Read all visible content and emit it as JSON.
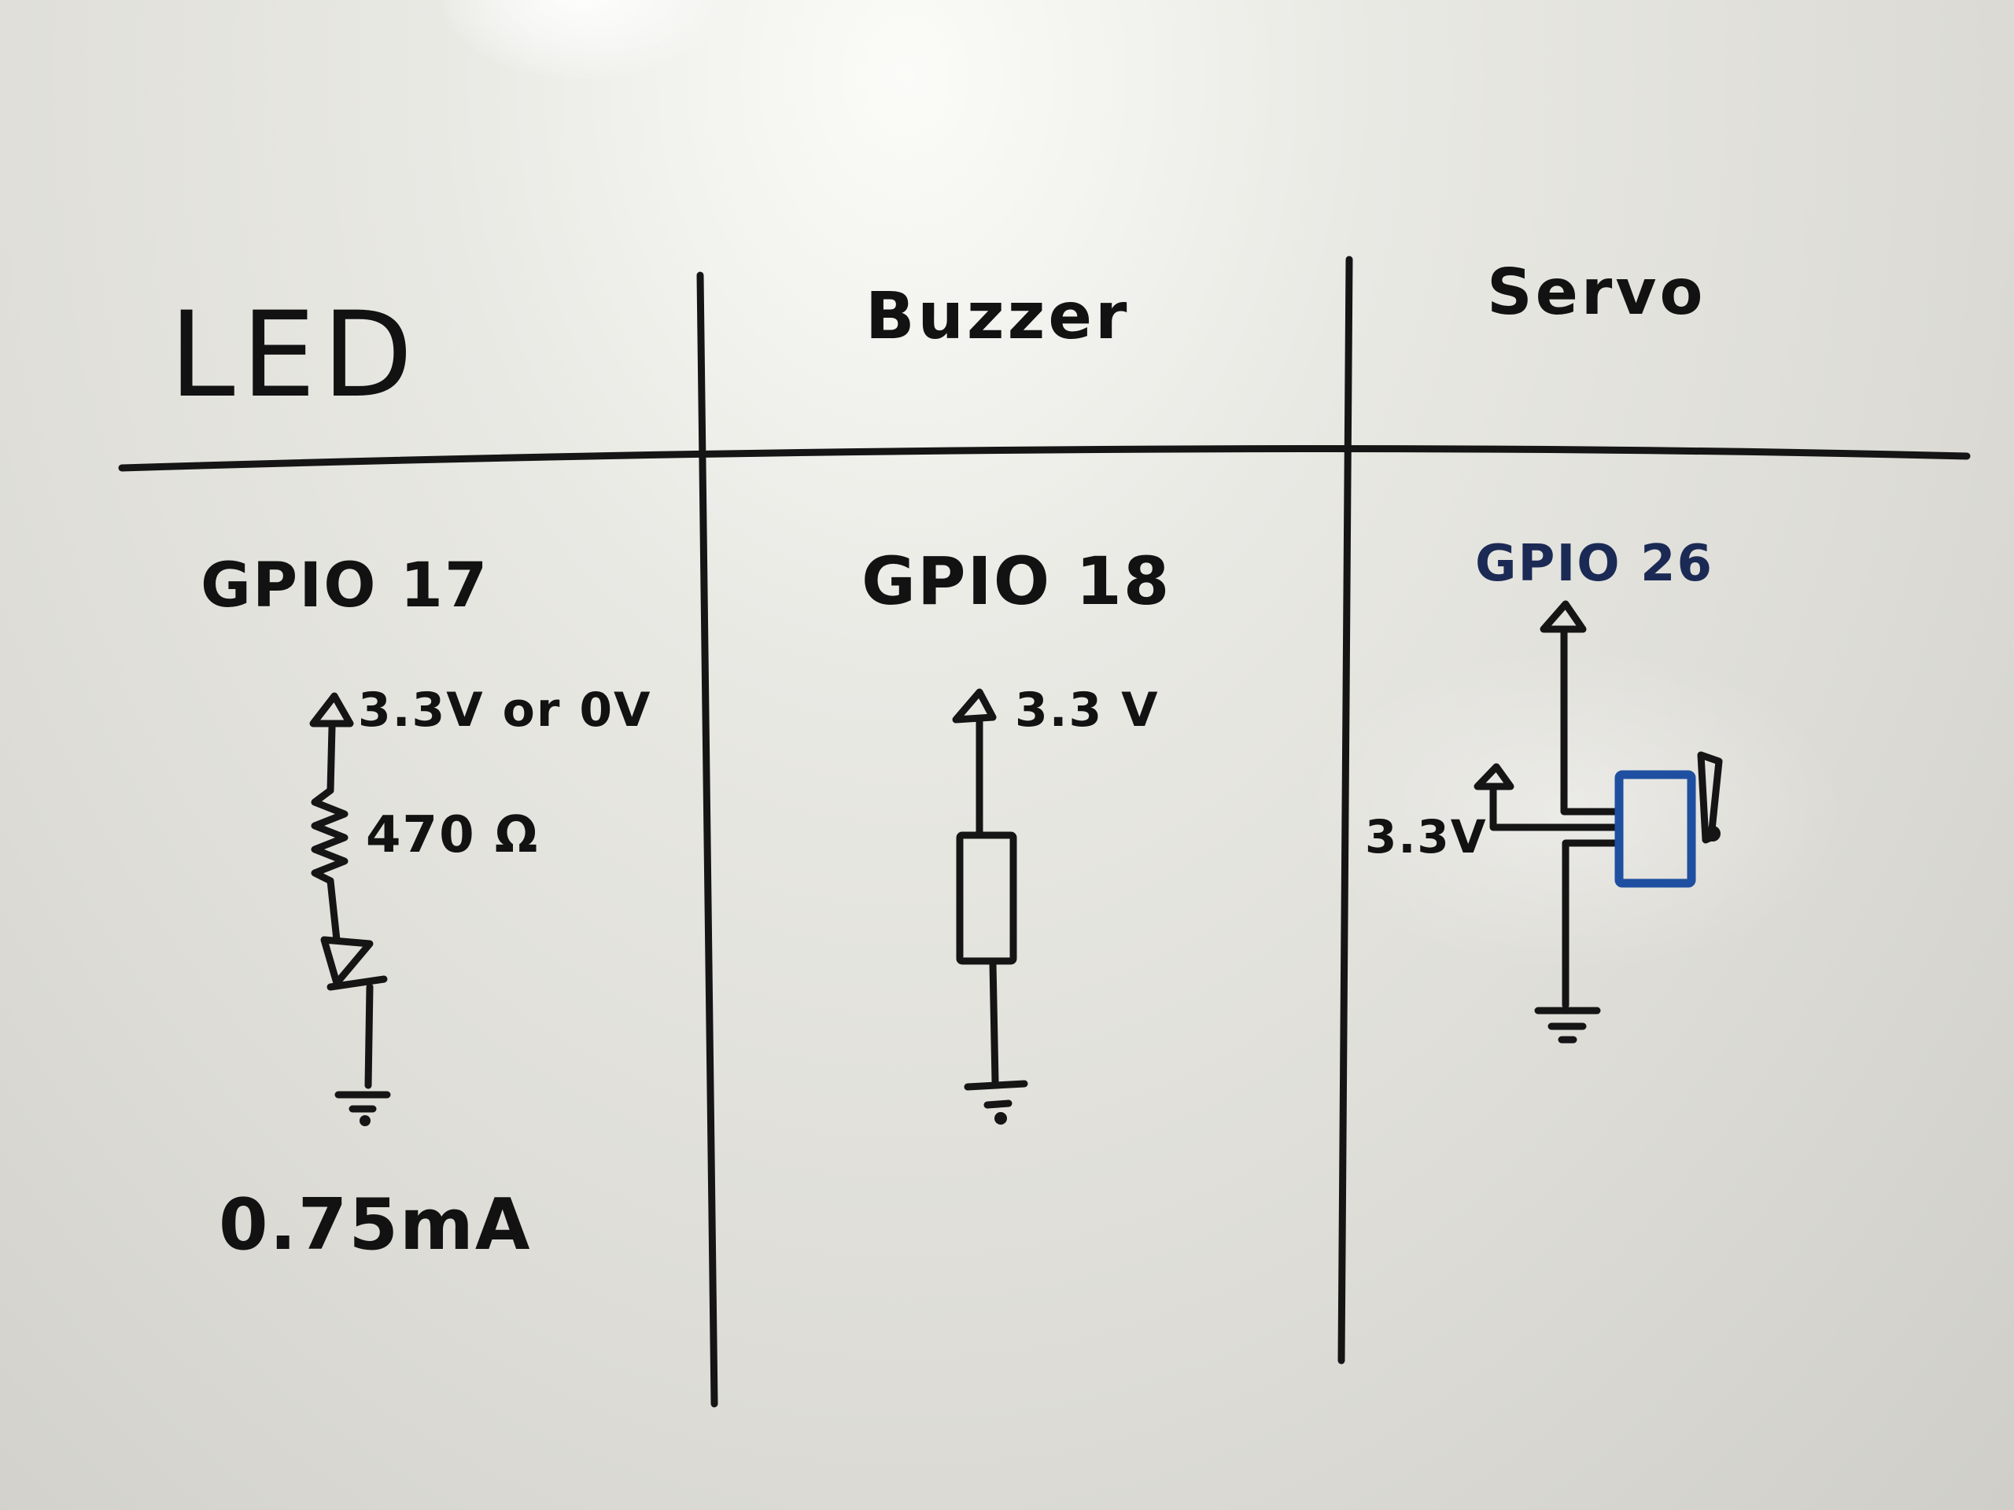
{
  "columns": [
    {
      "heading": "LED",
      "pin": "GPIO 17",
      "supply": "3.3V or 0V",
      "resistor": "470 Ω",
      "current": "0.75mA"
    },
    {
      "heading": "Buzzer",
      "pin": "GPIO 18",
      "supply": "3.3 V"
    },
    {
      "heading": "Servo",
      "pin": "GPIO 26",
      "supply": "3.3V"
    }
  ],
  "ink_color": "#151515",
  "servo_color": "#1f4fa0"
}
